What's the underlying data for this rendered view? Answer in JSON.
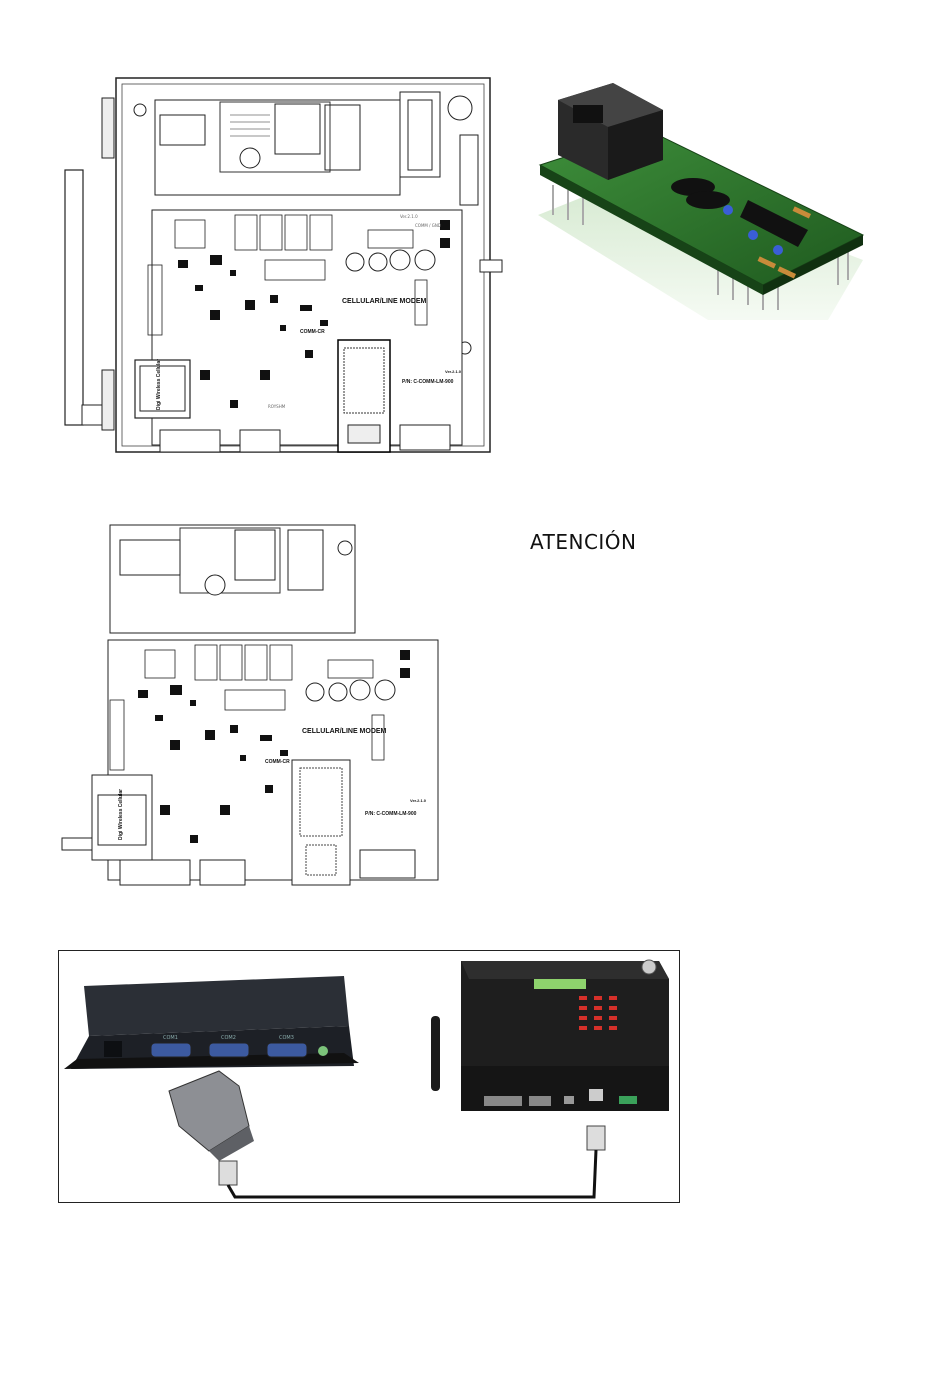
{
  "warning": {
    "heading": "ATENCIÓN"
  },
  "board_top": {
    "modem_label": "CELLULAR/LINE MODEM",
    "comm_label": "COMM-CR",
    "part_label": "P/N: C-COMM-LM-900",
    "version": "Ver.2.1.0",
    "version_pcb": "Ver.2.1.0",
    "module_brand": "Digi Wireless Cellular",
    "module_tag": "ROYSHM",
    "cover_label": "COMM / GND"
  },
  "board_bottom": {
    "modem_label": "CELLULAR/LINE MODEM",
    "comm_label": "COMM-CR",
    "part_label": "P/N: C-COMM-LM-900",
    "version": "Ver.2.1.0",
    "module_brand": "Digi Wireless Cellular"
  },
  "converter": {
    "ports": [
      "COM1",
      "COM2",
      "COM3"
    ]
  }
}
